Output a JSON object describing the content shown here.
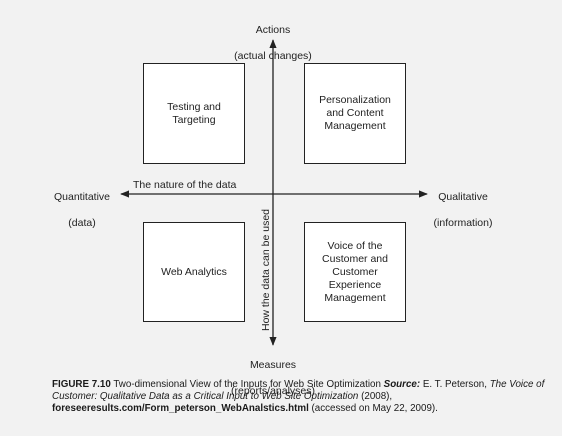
{
  "axes": {
    "top": {
      "title": "Actions",
      "subtitle": "(actual changes)"
    },
    "bottom": {
      "title": "Measures",
      "subtitle": "(reports/analyses)"
    },
    "left": {
      "title": "Quantitative",
      "subtitle": "(data)"
    },
    "right": {
      "title": "Qualitative",
      "subtitle": "(information)"
    },
    "horizontal_label": "The nature of the data",
    "vertical_label": "How the data can be used"
  },
  "quadrants": {
    "top_left": "Testing and\nTargeting",
    "top_right": "Personalization\nand Content\nManagement",
    "bottom_left": "Web Analytics",
    "bottom_right": "Voice of the\nCustomer and\nCustomer\nExperience\nManagement"
  },
  "caption": {
    "figure": "FIGURE 7.10",
    "text": "Two-dimensional View of the Inputs for Web Site Optimization",
    "source_label": "Source:",
    "author": "E. T. Peterson,",
    "title": "The Voice of Customer: Qualitative Data as a Critical Input to Web Site Optimization",
    "year": "(2008),",
    "url": "foreseeresults.com/Form_peterson_WebAnalstics.html",
    "accessed": "(accessed on May 22, 2009)."
  },
  "colors": {
    "background": "#f2f2f2",
    "line": "#222222",
    "box_fill": "#ffffff"
  }
}
